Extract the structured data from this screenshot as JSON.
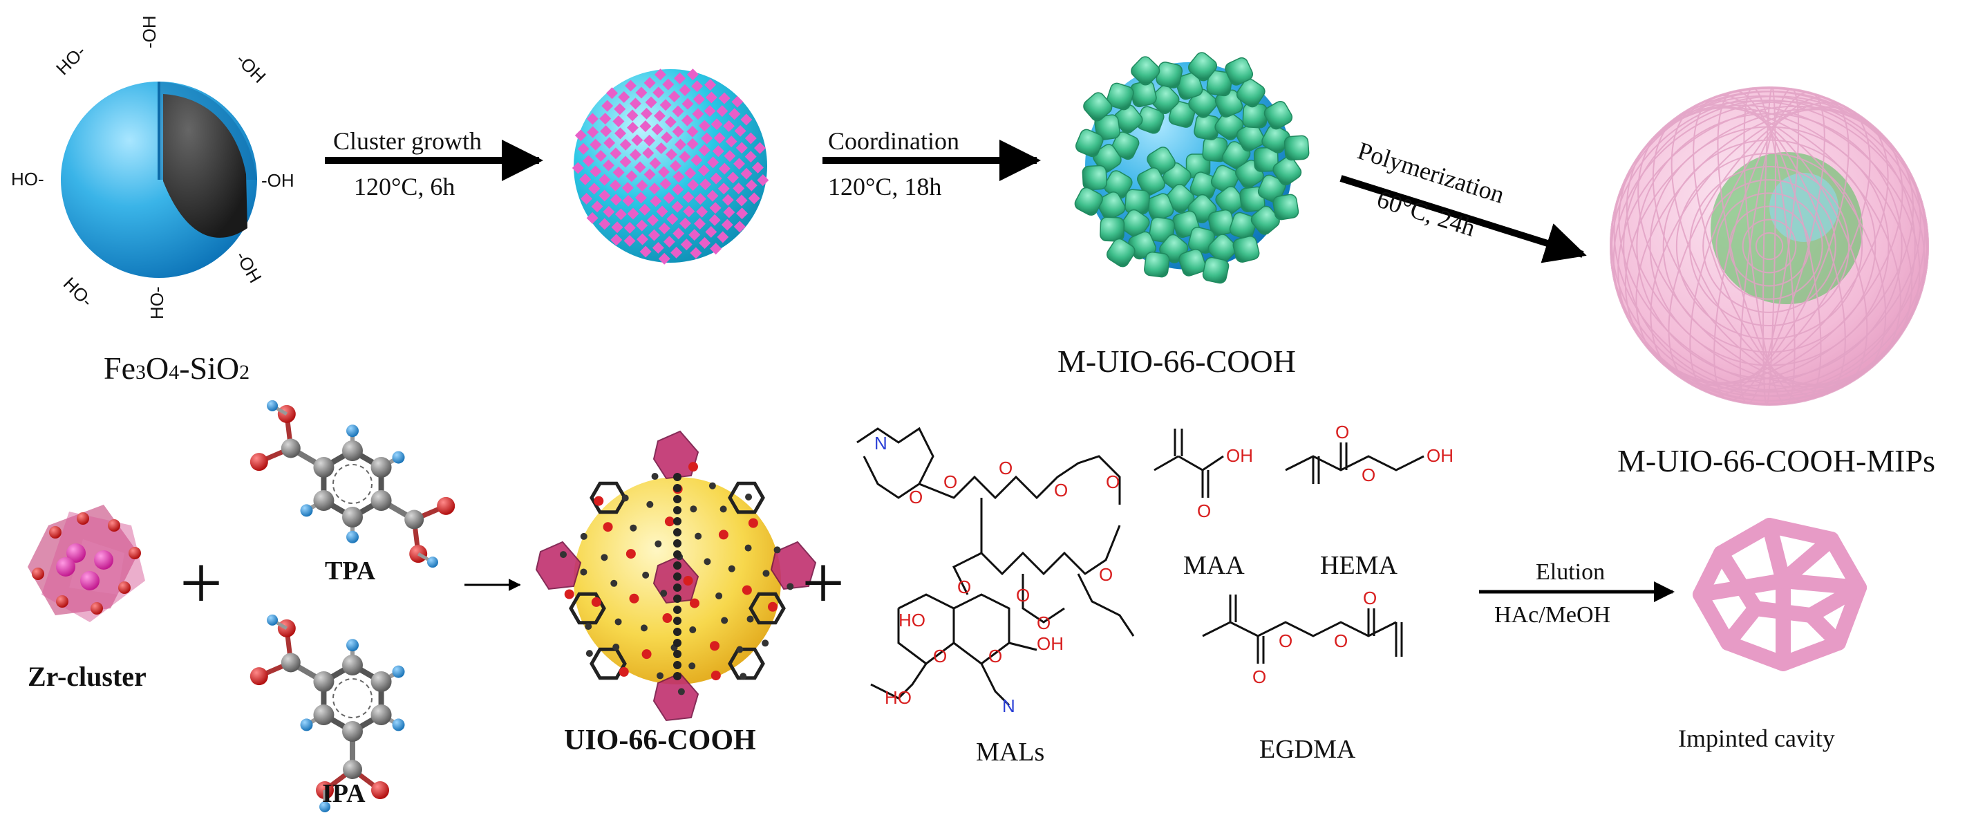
{
  "row1": {
    "core": {
      "name_prefix": "Fe",
      "s1": "3",
      "mid1": "O",
      "s2": "4",
      "mid2": "-SiO",
      "s3": "2",
      "oh_left": "HO-",
      "oh_right": "-OH",
      "oh_top": "-OH"
    },
    "arrow1": {
      "top": "Cluster growth",
      "bottom": "120°C, 6h"
    },
    "arrow2": {
      "top": "Coordination",
      "bottom": "120°C, 18h"
    },
    "product1": "M-UIO-66-COOH",
    "arrow3": {
      "top": "Polymerization",
      "bottom": "60°C, 24h"
    },
    "product2": "M-UIO-66-COOH-MIPs"
  },
  "row2": {
    "zr_cluster": "Zr-cluster",
    "plus": "+",
    "tpa": "TPA",
    "ipa": "IPA",
    "mof": "UIO-66-COOH",
    "mals": "MALs",
    "maa": "MAA",
    "hema": "HEMA",
    "egdma": "EGDMA",
    "elution": {
      "top": "Elution",
      "bottom": "HAc/MeOH"
    },
    "cavity": "Impinted cavity"
  },
  "chem_text": {
    "oh": "OH",
    "o": "O",
    "n": "N",
    "ho": "HO"
  },
  "colors": {
    "silica": "#3ab4e8",
    "core": "#333333",
    "cluster_pink": "#e85fc8",
    "mof_green": "#3fbf8c",
    "mip_pink": "#f3bcd8",
    "oxygen": "#d81e1e",
    "hydrogen": "#2a8fd6",
    "carbon": "#7c7c7c",
    "zr_purple": "#c0306e"
  }
}
